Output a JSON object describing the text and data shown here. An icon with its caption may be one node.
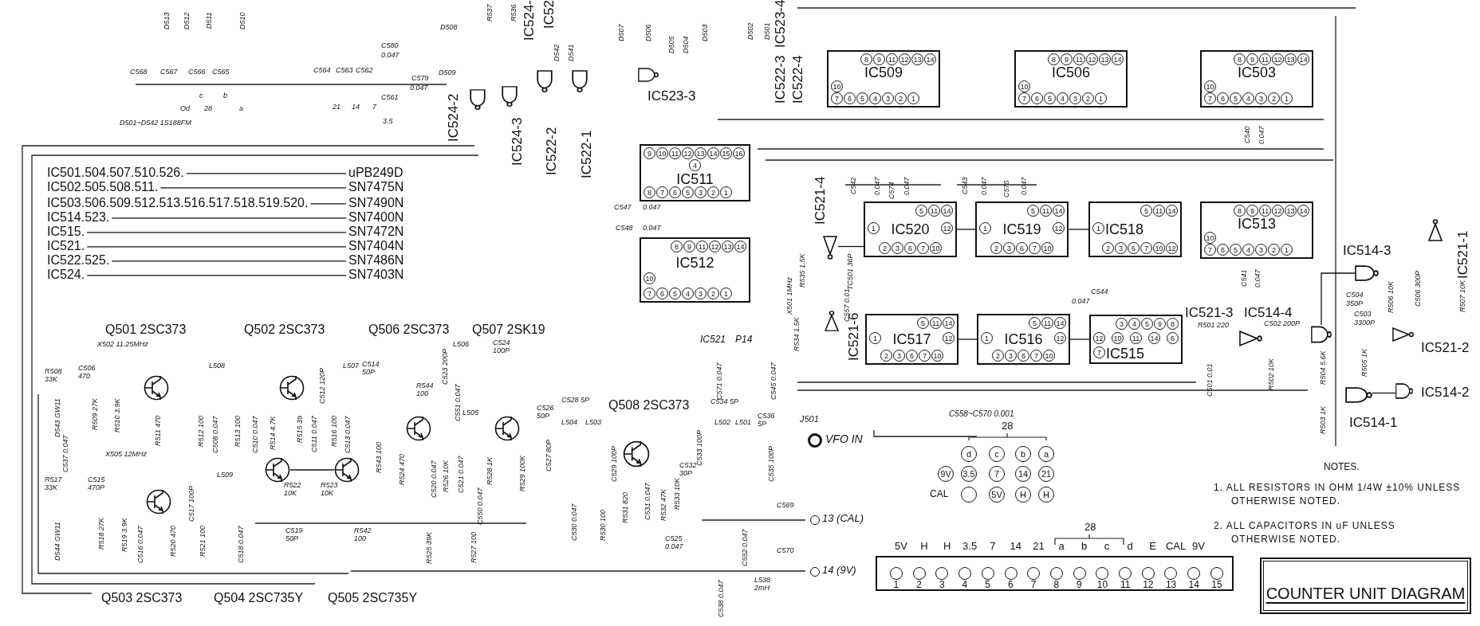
{
  "diagram": {
    "title": "COUNTER UNIT DIAGRAM",
    "nodes": [
      {
        "text": [
          "8",
          "9",
          "11",
          "12",
          "13",
          "14",
          "IC509",
          "10",
          "7",
          "6",
          "5",
          "4",
          "3",
          "2",
          "1"
        ]
      },
      {
        "text": [
          "8",
          "9",
          "11",
          "12",
          "13",
          "14",
          "IC506",
          "10",
          "7",
          "6",
          "5",
          "4",
          "3",
          "2",
          "1"
        ]
      },
      {
        "text": [
          "8",
          "9",
          "11",
          "12",
          "13",
          "14",
          "IC503",
          "10",
          "7",
          "6",
          "5",
          "4",
          "3",
          "2",
          "1"
        ]
      },
      {
        "text": [
          "9",
          "10",
          "11",
          "12",
          "13",
          "14",
          "15",
          "16",
          "4",
          "IC511",
          "8",
          "7",
          "6",
          "5",
          "3",
          "2",
          "1"
        ]
      },
      {
        "text": [
          "8",
          "9",
          "11",
          "12",
          "13",
          "14",
          "IC512",
          "10",
          "7",
          "6",
          "5",
          "4",
          "3",
          "2",
          "1"
        ]
      },
      {
        "text": [
          "5",
          "11",
          "14",
          "1",
          "IC520",
          "12",
          "2",
          "3",
          "6",
          "7",
          "10"
        ]
      },
      {
        "text": [
          "5",
          "11",
          "14",
          "1",
          "IC519",
          "12",
          "2",
          "3",
          "6",
          "7",
          "10"
        ]
      },
      {
        "text": [
          "5",
          "11",
          "14",
          "1",
          "IC518",
          "2",
          "3",
          "6",
          "7",
          "10",
          "12"
        ]
      },
      {
        "text": [
          "8",
          "9",
          "11",
          "12",
          "13",
          "14",
          "IC513",
          "10",
          "7",
          "6",
          "5",
          "4",
          "3",
          "2",
          "1"
        ]
      },
      {
        "text": [
          "5",
          "11",
          "14",
          "1",
          "IC517",
          "12",
          "2",
          "3",
          "6",
          "7",
          "10"
        ]
      },
      {
        "text": [
          "5",
          "11",
          "14",
          "1",
          "IC516",
          "12",
          "2",
          "3",
          "6",
          "7",
          "10"
        ]
      },
      {
        "text": [
          "3",
          "4",
          "5",
          "9",
          "8",
          "12",
          "10",
          "11",
          "14",
          "6",
          "7",
          "IC515"
        ]
      },
      {
        "text": [],
        "shape": "gate",
        "beside": [
          "IC524-2"
        ]
      },
      {
        "text": [],
        "shape": "gate",
        "beside": [
          "IC524-3"
        ]
      },
      {
        "text": [],
        "shape": "gate",
        "beside": [
          "IC522-2"
        ]
      },
      {
        "text": [],
        "shape": "gate",
        "beside": [
          "IC522-1"
        ]
      },
      {
        "text": [],
        "shape": "gate",
        "beside": [
          "IC523-3"
        ]
      },
      {
        "text": [],
        "shape": "triangle",
        "beside": [
          "IC521-4"
        ]
      },
      {
        "text": [],
        "shape": "triangle",
        "beside": [
          "IC521-6"
        ]
      },
      {
        "text": [],
        "shape": "gate",
        "beside": [
          "IC514-3"
        ]
      },
      {
        "text": [],
        "shape": "triangle",
        "beside": [
          "IC521-1"
        ]
      },
      {
        "text": [],
        "shape": "triangle"
      },
      {
        "text": [],
        "shape": "gate",
        "beside": [
          "IC514-4"
        ]
      },
      {
        "text": [],
        "shape": "triangle",
        "beside": [
          "IC521-2"
        ]
      },
      {
        "text": [],
        "shape": "gate",
        "beside": [
          "IC514-1"
        ]
      },
      {
        "text": [],
        "shape": "gate",
        "beside": [
          "IC514-2"
        ]
      },
      {
        "text": [],
        "shape": "transistor",
        "beside": [
          "Q501 2SC373"
        ]
      },
      {
        "text": [],
        "shape": "transistor",
        "beside": [
          "Q502 2SC373"
        ]
      },
      {
        "text": [],
        "shape": "transistor"
      },
      {
        "text": [],
        "shape": "transistor"
      },
      {
        "text": [],
        "shape": "transistor",
        "beside": [
          "Q508 2SC373"
        ]
      },
      {
        "text": [],
        "shape": "transistor"
      },
      {
        "text": [],
        "shape": "transistor"
      },
      {
        "text": [],
        "shape": "transistor"
      },
      {
        "text": [],
        "shape": "circle",
        "beside": [
          "J501",
          "VFO IN"
        ]
      },
      {
        "text": [],
        "shape": "circle",
        "beside": [
          "13 (CAL)"
        ]
      },
      {
        "text": [],
        "shape": "circle",
        "beside": [
          "14 (9V)"
        ]
      },
      {
        "text": [
          "d"
        ]
      },
      {
        "text": [
          "c"
        ]
      },
      {
        "text": [
          "b"
        ]
      },
      {
        "text": [
          "a"
        ]
      },
      {
        "text": [
          "9V"
        ]
      },
      {
        "text": [
          "3.5"
        ]
      },
      {
        "text": [
          "7"
        ]
      },
      {
        "text": [
          "14"
        ]
      },
      {
        "text": [
          "21"
        ]
      },
      {
        "text": [],
        "shape": "circle"
      },
      {
        "text": [
          "5V"
        ]
      },
      {
        "text": [
          "H"
        ]
      },
      {
        "text": [
          "H"
        ]
      },
      {
        "text": [],
        "shape": "box"
      },
      {
        "text": [],
        "shape": "circle",
        "beside": [
          "1"
        ],
        "in": 50
      },
      {
        "text": [],
        "shape": "circle",
        "beside": [
          "2"
        ],
        "in": 50
      },
      {
        "text": [],
        "shape": "circle",
        "beside": [
          "3"
        ],
        "in": 50
      },
      {
        "text": [],
        "shape": "circle",
        "beside": [
          "4"
        ],
        "in": 50
      },
      {
        "text": [],
        "shape": "circle",
        "beside": [
          "5"
        ],
        "in": 50
      },
      {
        "text": [],
        "shape": "circle",
        "beside": [
          "6"
        ],
        "in": 50
      },
      {
        "text": [],
        "shape": "circle",
        "beside": [
          "7"
        ],
        "in": 50
      },
      {
        "text": [],
        "shape": "circle",
        "beside": [
          "8"
        ],
        "in": 50
      },
      {
        "text": [],
        "shape": "circle",
        "beside": [
          "9"
        ],
        "in": 50
      },
      {
        "text": [],
        "shape": "circle",
        "beside": [
          "10"
        ],
        "in": 50
      },
      {
        "text": [],
        "shape": "circle",
        "beside": [
          "11"
        ],
        "in": 50
      },
      {
        "text": [],
        "shape": "circle",
        "beside": [
          "12"
        ],
        "in": 50
      },
      {
        "text": [],
        "shape": "circle",
        "beside": [
          "13"
        ],
        "in": 50
      },
      {
        "text": [],
        "shape": "circle",
        "beside": [
          "14"
        ],
        "in": 50
      },
      {
        "text": [],
        "shape": "circle",
        "beside": [
          "15"
        ],
        "in": 50
      },
      {
        "text": [
          "IC501.504.507.510.526."
        ]
      },
      {
        "text": [
          "uPB249D"
        ]
      },
      {
        "text": [
          "IC502.505.508.511."
        ]
      },
      {
        "text": [
          "SN7475N"
        ]
      },
      {
        "text": [
          "IC503.506.509.512.513.516.517.518.519.520."
        ]
      },
      {
        "text": [
          "SN7490N"
        ]
      },
      {
        "text": [
          "IC514.523."
        ]
      },
      {
        "text": [
          "SN7400N"
        ]
      },
      {
        "text": [
          "IC515."
        ]
      },
      {
        "text": [
          "SN7472N"
        ]
      },
      {
        "text": [
          "IC521."
        ]
      },
      {
        "text": [
          "SN7404N"
        ]
      },
      {
        "text": [
          "IC522.525."
        ]
      },
      {
        "text": [
          "SN7486N"
        ]
      },
      {
        "text": [
          "IC524."
        ]
      },
      {
        "text": [
          "SN7403N"
        ]
      }
    ],
    "edges": [
      {
        "from": 5,
        "to": 6,
        "arrow": "none"
      },
      {
        "from": 6,
        "to": 7,
        "arrow": "none"
      },
      {
        "from": 9,
        "to": 10,
        "arrow": "none"
      },
      {
        "from": 10,
        "to": 11,
        "arrow": "none"
      },
      {
        "from": 17,
        "to": 5,
        "arrow": "none"
      },
      {
        "from": 24,
        "to": 25,
        "arrow": "none"
      },
      {
        "from": 22,
        "to": 19,
        "arrow": "none"
      },
      {
        "from": 32,
        "to": 33,
        "arrow": "none"
      },
      {
        "from": 66,
        "to": 67,
        "arrow": "none"
      },
      {
        "from": 68,
        "to": 69,
        "arrow": "none"
      },
      {
        "from": 70,
        "to": 71,
        "arrow": "none"
      },
      {
        "from": 72,
        "to": 73,
        "arrow": "none"
      },
      {
        "from": 74,
        "to": 75,
        "arrow": "none"
      },
      {
        "from": 76,
        "to": 77,
        "arrow": "none"
      },
      {
        "from": 78,
        "to": 79,
        "arrow": "none"
      },
      {
        "from": 80,
        "to": 81,
        "arrow": "none"
      }
    ],
    "labels": [
      "D513",
      "D512",
      "D511",
      "D510",
      "C568",
      "C567",
      "C566",
      "C565",
      "Od",
      "28",
      "c",
      "b",
      "a",
      "D501~D542 1S188FM",
      "C564",
      "C563",
      "C562",
      "C580",
      "0.047",
      "C579",
      "0.047",
      "C561",
      "21",
      "14",
      "7",
      "3.5",
      "D508",
      "D509",
      "R537",
      "R536",
      "IC524-",
      "IC52",
      "D542",
      "D541",
      "D507",
      "D506",
      "D505",
      "D504",
      "D503",
      "D502",
      "D501",
      "IC523-4",
      "IC522-3",
      "IC522-4",
      "C547",
      "0.047",
      "C548",
      "0.047",
      "C542",
      "0.047",
      "C574",
      "0.047",
      "C543",
      "0.047",
      "C575",
      "0.047",
      "C540",
      "0.047",
      "R535 1.5K",
      "X501 1MHz",
      "TC501 36P",
      "C557 0.01",
      "C541",
      "0.047",
      "C544",
      "0.047",
      "R506 10K",
      "C504",
      "350P",
      "C506 300P",
      "R507 10K",
      "IC521-3",
      "R501 220",
      "C502 200P",
      "C503",
      "3300P",
      "C501 0.01",
      "R502 10K",
      "R504 5.6K",
      "R505 1K",
      "R503 1K",
      "R534 1.5K",
      "IC521",
      "P14",
      "C571 0.047",
      "C545 0.047",
      "C558~C570 0.001",
      "28",
      "CAL",
      "NOTES.",
      "1. ALL RESISTORS IN OHM 1/4W ±10% UNLESS OTHERWISE NOTED.",
      "2. ALL CAPACITORS IN uF UNLESS OTHERWISE NOTED.",
      "5V",
      "H",
      "H",
      "3.5",
      "7",
      "14",
      "21",
      "a",
      "b",
      "c",
      "d",
      "E",
      "CAL",
      "9V",
      "28",
      "Q506 2SC373",
      "Q507 2SK19",
      "X502 11.25MHz",
      "R508 33K",
      "C506 470",
      "L508",
      "L507",
      "C514 50P",
      "D543 GW11",
      "R509 27K",
      "R510 3.9K",
      "R511 470",
      "R512 100",
      "C508 0.047",
      "R513 100",
      "C510 0.047",
      "R514 4.7K",
      "R515 39",
      "C511 0.047",
      "R516 100",
      "C513 0.047",
      "C512 120P",
      "R543 100",
      "X505 12MHz",
      "C537 0.047",
      "R517 33K",
      "C515 470P",
      "D544 GW11",
      "R518 27K",
      "R519 3.9K",
      "C516 0.047",
      "R520 470",
      "C517 100P",
      "L509",
      "R521 100",
      "C518 0.047",
      "R522 10K",
      "R523 10K",
      "C519 50P",
      "R542 100",
      "L506",
      "C524 100P",
      "C523 200P",
      "R544 100",
      "C551 0.047",
      "L505",
      "R524 470",
      "C520 0.047",
      "R526 10K",
      "C521 0.047",
      "R528 1K",
      "C550 0.047",
      "R525 39K",
      "R527 100",
      "C528 5P",
      "C534 5P",
      "C526 50P",
      "L504",
      "L503",
      "L502",
      "L501",
      "C536 5P",
      "C527 80P",
      "C529 100P",
      "C533 100P",
      "C535 100P",
      "C532 30P",
      "R529 100K",
      "R531 820",
      "C531 0.047",
      "R532 47K",
      "R533 10K",
      "C530 0.047",
      "R530 100",
      "C525 0.047",
      "C569",
      "C552 0.047",
      "C570",
      "C538 0.047",
      "L538 2mH",
      "Q503 2SC373",
      "Q504 2SC735Y",
      "Q505 2SC735Y"
    ]
  }
}
